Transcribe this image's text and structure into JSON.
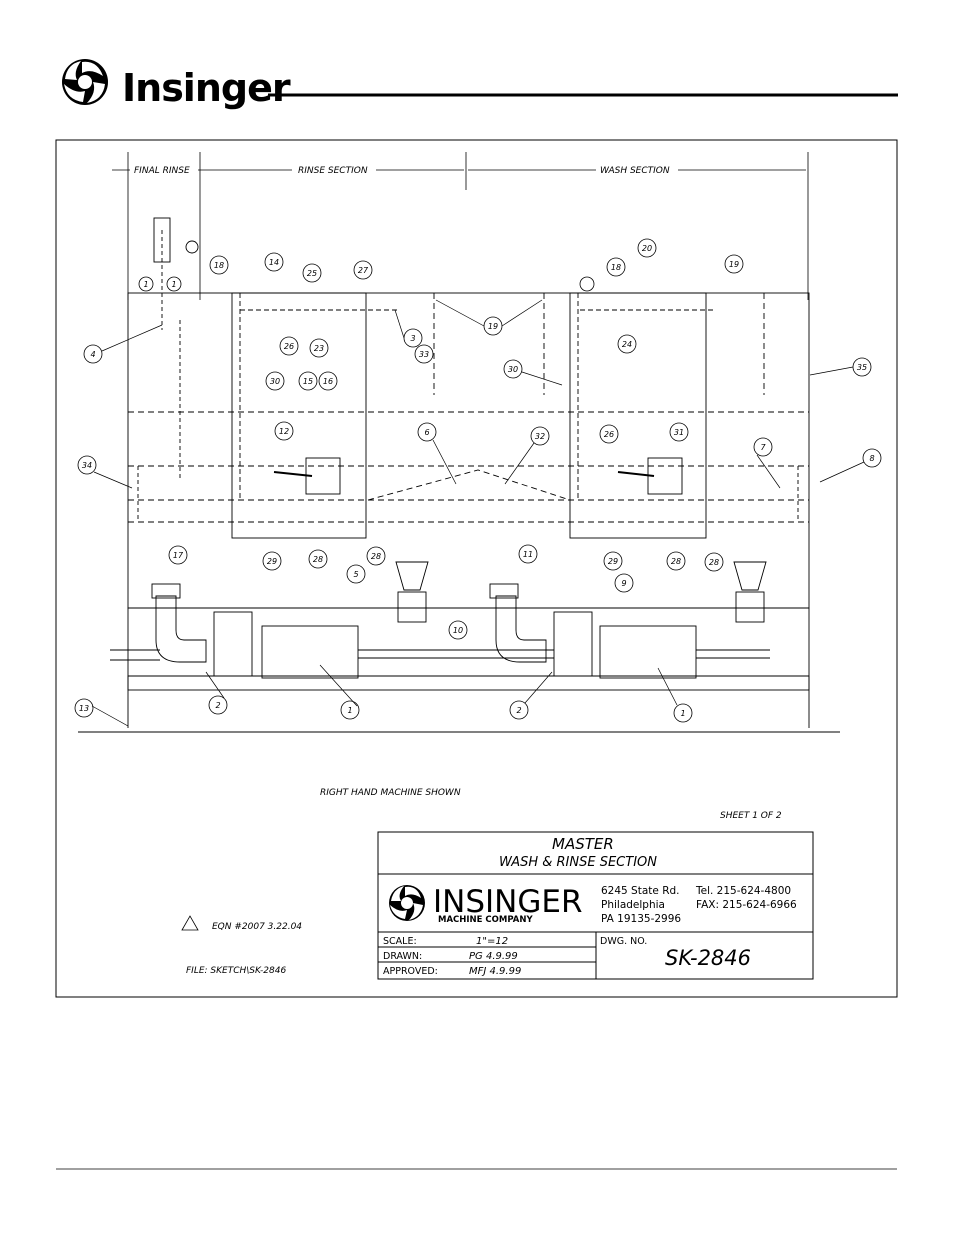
{
  "header": {
    "brand": "Insinger"
  },
  "sections": {
    "final_rinse": "FINAL RINSE",
    "rinse": "RINSE SECTION",
    "wash": "WASH SECTION"
  },
  "callouts": [
    "1",
    "1",
    "1",
    "1",
    "2",
    "2",
    "3",
    "4",
    "5",
    "6",
    "7",
    "8",
    "9",
    "10",
    "11",
    "12",
    "13",
    "14",
    "15",
    "16",
    "17",
    "18",
    "18",
    "19",
    "19",
    "20",
    "23",
    "24",
    "25",
    "26",
    "26",
    "27",
    "28",
    "28",
    "28",
    "28",
    "29",
    "29",
    "30",
    "30",
    "31",
    "32",
    "33",
    "34",
    "35"
  ],
  "note": "RIGHT HAND MACHINE SHOWN",
  "sheet": "SHEET 1 OF 2",
  "eqn": "EQN #2007   3.22.04",
  "file": "FILE: SKETCH\\SK-2846",
  "title_block": {
    "title_1": "MASTER",
    "title_2": "WASH & RINSE SECTION",
    "company": "INSINGER",
    "company_sub": "MACHINE COMPANY",
    "address_1": "6245 State Rd.",
    "address_2": "Philadelphia",
    "address_3": "PA 19135-2996",
    "tel": "Tel. 215-624-4800",
    "fax": "FAX: 215-624-6966",
    "scale_label": "SCALE:",
    "scale_value": "1\"=12",
    "drawn_label": "DRAWN:",
    "drawn_value": "PG 4.9.99",
    "approved_label": "APPROVED:",
    "approved_value": "MFJ 4.9.99",
    "dwg_label": "DWG. NO.",
    "dwg_value": "SK-2846"
  }
}
